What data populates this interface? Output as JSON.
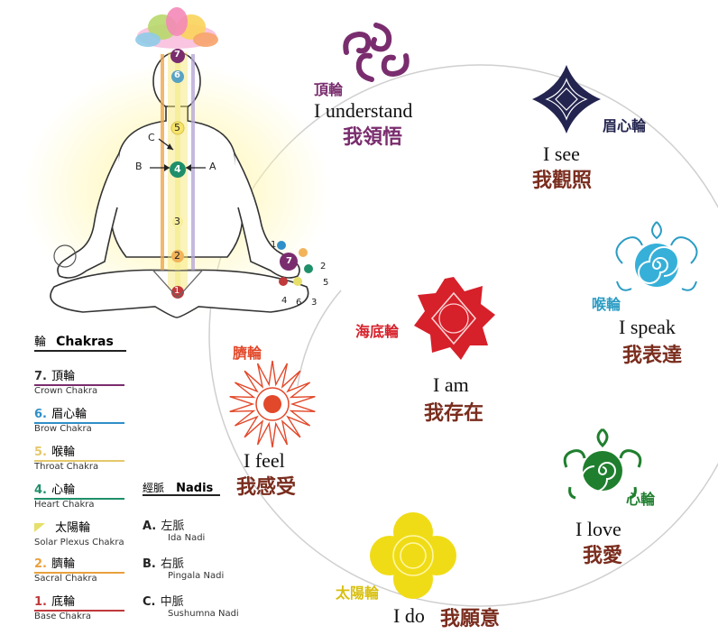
{
  "legend": {
    "title_cn": "輪",
    "title_en": "Chakras",
    "items": [
      {
        "num": "7.",
        "cn": "頂輪",
        "en": "Crown Chakra",
        "color": "#7a2d6e"
      },
      {
        "num": "6.",
        "cn": "眉心輪",
        "en": "Brow Chakra",
        "color": "#2f8fc8"
      },
      {
        "num": "5.",
        "cn": "喉輪",
        "en": "Throat Chakra",
        "color": "#e5c86a"
      },
      {
        "num": "4.",
        "cn": "心輪",
        "en": "Heart Chakra",
        "color": "#1f8f6a"
      },
      {
        "num": "",
        "cn": "太陽輪",
        "en": "Solar Plexus Chakra",
        "color": "#e6df6a"
      },
      {
        "num": "2.",
        "cn": "臍輪",
        "en": "Sacral Chakra",
        "color": "#e8a13c"
      },
      {
        "num": "1.",
        "cn": "底輪",
        "en": "Base Chakra",
        "color": "#c0393b"
      }
    ]
  },
  "nadis": {
    "title_cn": "經脈",
    "title_en": "Nadis",
    "items": [
      {
        "letter": "A.",
        "cn": "左脈",
        "en": "Ida Nadi"
      },
      {
        "letter": "B.",
        "cn": "右脈",
        "en": "Pingala Nadi"
      },
      {
        "letter": "C.",
        "cn": "中脈",
        "en": "Sushumna Nadi"
      }
    ]
  },
  "figure": {
    "spine_numbers": [
      "7",
      "6",
      "5",
      "4",
      "3",
      "2",
      "1"
    ],
    "labels": {
      "a": "A",
      "b": "B",
      "c": "C"
    },
    "hand_numbers": [
      "1",
      "2",
      "3",
      "4",
      "5",
      "6",
      "7"
    ]
  },
  "chakras": {
    "crown": {
      "name": "頂輪",
      "en": "I understand",
      "cn": "我領悟",
      "color": "#7a2d6e"
    },
    "brow": {
      "name": "眉心輪",
      "en": "I see",
      "cn": "我觀照",
      "color": "#23244f"
    },
    "throat": {
      "name": "喉輪",
      "en": "I speak",
      "cn": "我表達",
      "color": "#2b9cc4"
    },
    "heart": {
      "name": "心輪",
      "en": "I love",
      "cn": "我愛",
      "color": "#1f7f2e"
    },
    "solar": {
      "name": "太陽輪",
      "en": "I do",
      "cn": "我願意",
      "color": "#f0dc16"
    },
    "sacral": {
      "name": "臍輪",
      "en": "I feel",
      "cn": "我感受",
      "color": "#e2482a"
    },
    "base": {
      "name": "海底輪",
      "en": "I am",
      "cn": "我存在",
      "color": "#d6202a"
    }
  }
}
